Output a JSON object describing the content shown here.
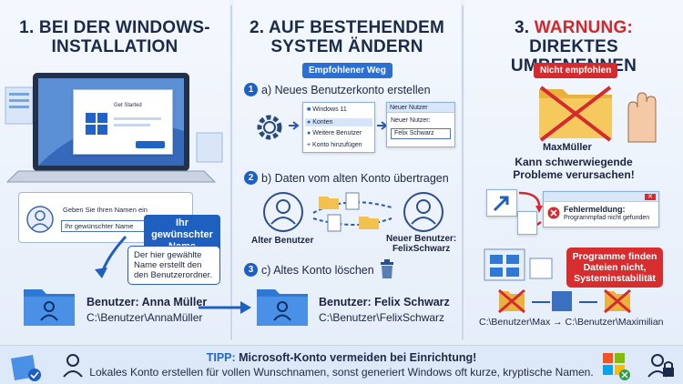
{
  "columns": {
    "col1": {
      "title": "1. BEI DER WINDOWS-INSTALLATION",
      "title_line1": "1. BEI DER WINDOWS-",
      "title_line2": "INSTALLATION",
      "dialog_title": "Get Started",
      "name_prompt": "Geben Sie Ihren Namen ein",
      "name_placeholder": "Ihr gewünschter Name",
      "callout": "Ihr gewünschter Name",
      "note": "Der hier gewählte Name erstellt den den Benutzerordner.",
      "folder_user": "Benutzer: Anna Müller",
      "folder_path": "C:\\Benutzer\\AnnaMüller"
    },
    "col2": {
      "title_line1": "2. AUF BESTEHENDEM",
      "title_line2": "SYSTEM ÄNDERN",
      "badge": "Empfohlener Weg",
      "step_a_num": "1",
      "step_a": "a) Neues Benutzerkonto erstellen",
      "menu": [
        "Windows 11",
        "Konten",
        "Weitere Benutzer",
        "+ Konto hinzufügen"
      ],
      "new_user_window_title": "Neuer Nutzer",
      "new_user_label": "Neuer Nutzer:",
      "new_user_value": "Felix Schwarz",
      "step_b_num": "2",
      "step_b": "b) Daten vom alten Konto übertragen",
      "old_user_label": "Alter Benutzer",
      "new_user_caption": "Neuer Benutzer:\nFelixSchwarz",
      "new_user_caption_1": "Neuer Benutzer:",
      "new_user_caption_2": "FelixSchwarz",
      "step_c_num": "3",
      "step_c": "c) Altes Konto löschen",
      "folder_user": "Benutzer: Felix Schwarz",
      "folder_path": "C:\\Benutzer\\FelixSchwarz"
    },
    "col3": {
      "title_prefix": "3. ",
      "title_warn": "WARNUNG:",
      "title_line2": "DIREKTES UMBENENNEN",
      "badge": "Nicht empfohlen",
      "folder_name": "MaxMüller",
      "warning_line1": "Kann schwerwiegende",
      "warning_line2": "Probleme verursachen!",
      "error_title": "Fehlermeldung:",
      "error_text": "Programmpfad nicht gefunden",
      "red_box_line1": "Programme finden",
      "red_box_line2": "Dateien nicht,",
      "red_box_line3": "Systeminstabilität",
      "rename_from": "C:\\Benutzer\\Max",
      "rename_arrow": "→",
      "rename_to": "C:\\Benutzer\\Maximilian"
    }
  },
  "tip": {
    "label": "TIPP:",
    "headline": " Microsoft-Konto vermeiden bei Einrichtung!",
    "text": "Lokales Konto erstellen für vollen Wunschnamen, sonst generiert Windows oft kurze, kryptische Namen."
  },
  "colors": {
    "accent_blue": "#1f5fc0",
    "warning_red": "#d52b2e",
    "folder_blue": "#2f78d6",
    "folder_yellow": "#f2c14e"
  }
}
